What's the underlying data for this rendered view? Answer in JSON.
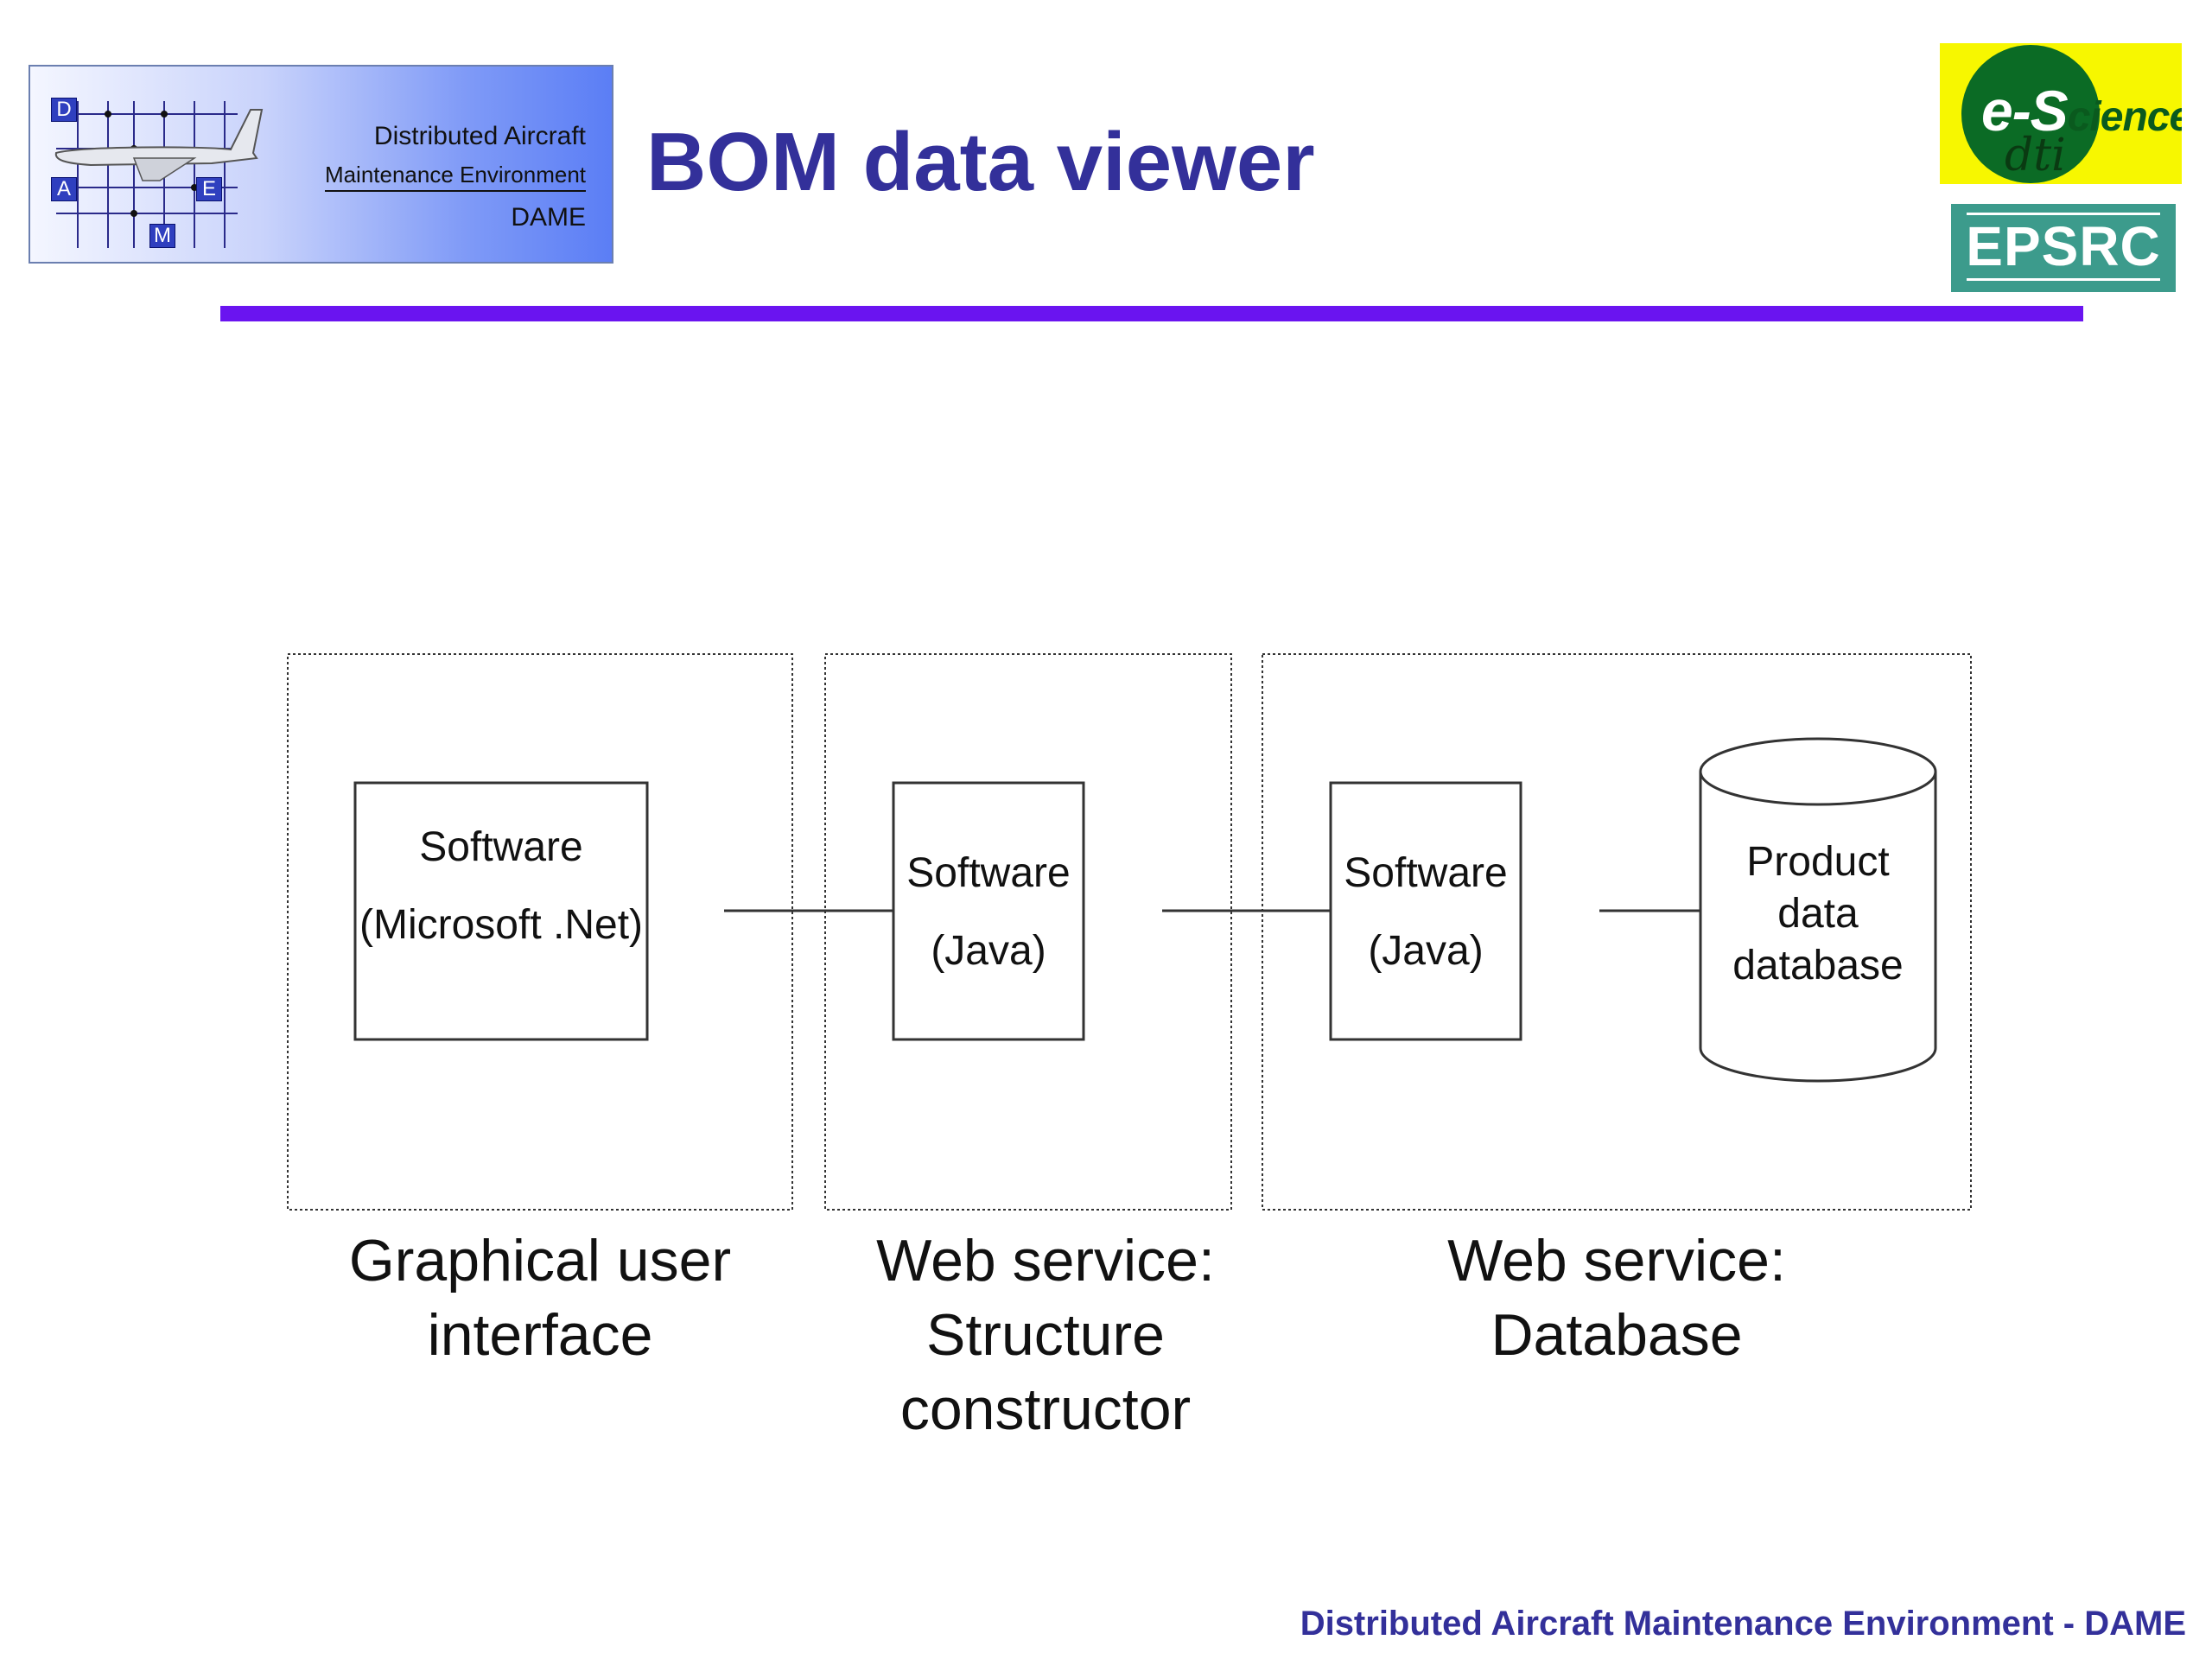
{
  "header": {
    "title": "BOM data viewer",
    "logo_dame": {
      "line1": "Distributed Aircraft",
      "line2": "Maintenance Environment",
      "line3": "DAME",
      "letters": [
        "D",
        "A",
        "E",
        "M"
      ]
    },
    "logo_escience": {
      "main": "e-S",
      "rest": "cience",
      "sub": "dti"
    },
    "logo_epsrc": "EPSRC"
  },
  "diagram": {
    "groups": [
      {
        "caption_lines": [
          "Graphical user",
          "interface"
        ]
      },
      {
        "caption_lines": [
          "Web service:",
          "Structure",
          "constructor"
        ]
      },
      {
        "caption_lines": [
          "Web service:",
          "Database"
        ]
      }
    ],
    "nodes": {
      "gui_software": [
        "Software",
        "(Microsoft .Net)"
      ],
      "struct_software": [
        "Software",
        "(Java)"
      ],
      "db_software": [
        "Software",
        "(Java)"
      ],
      "database": [
        "Product",
        "data",
        "database"
      ]
    }
  },
  "footer": "Distributed Aircraft Maintenance Environment - DAME",
  "colors": {
    "title": "#33309a",
    "rule": "#6a14f0",
    "epsrc": "#3c9b8c",
    "escience": "#f7f700"
  }
}
